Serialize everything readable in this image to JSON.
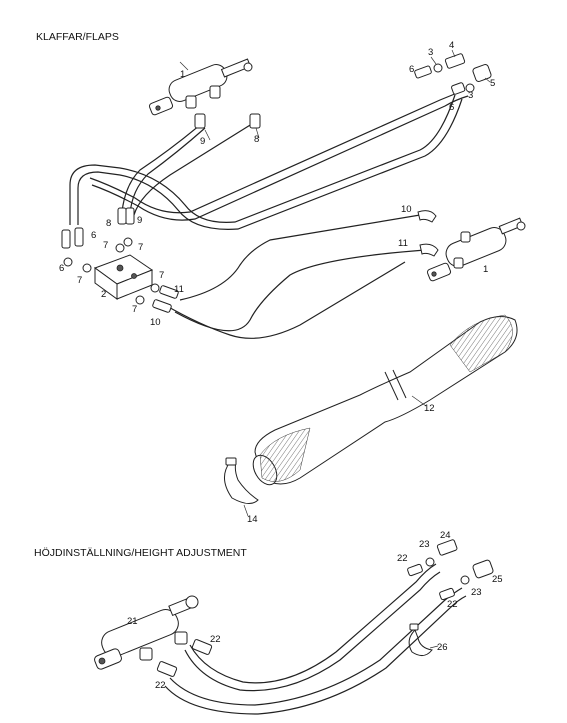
{
  "sections": {
    "flaps_title": "KLAFFAR/FLAPS",
    "height_title": "HÖJDINSTÄLLNING/HEIGHT ADJUSTMENT"
  },
  "callouts": {
    "c1_top": "1",
    "c1_right": "1",
    "c2": "2",
    "c3_a": "3",
    "c3_b": "3",
    "c4": "4",
    "c5": "5",
    "c6_a": "6",
    "c6_b": "6",
    "c6_c": "6",
    "c6_d": "6",
    "c7_a": "7",
    "c7_b": "7",
    "c7_c": "7",
    "c7_d": "7",
    "c7_e": "7",
    "c8_a": "8",
    "c8_b": "8",
    "c9_a": "9",
    "c9_b": "9",
    "c10_a": "10",
    "c10_b": "10",
    "c11_a": "11",
    "c11_b": "11",
    "c12": "12",
    "c14": "14",
    "c21": "21",
    "c22_a": "22",
    "c22_b": "22",
    "c22_c": "22",
    "c22_d": "22",
    "c23_a": "23",
    "c23_b": "23",
    "c24": "24",
    "c25": "25",
    "c26": "26"
  }
}
